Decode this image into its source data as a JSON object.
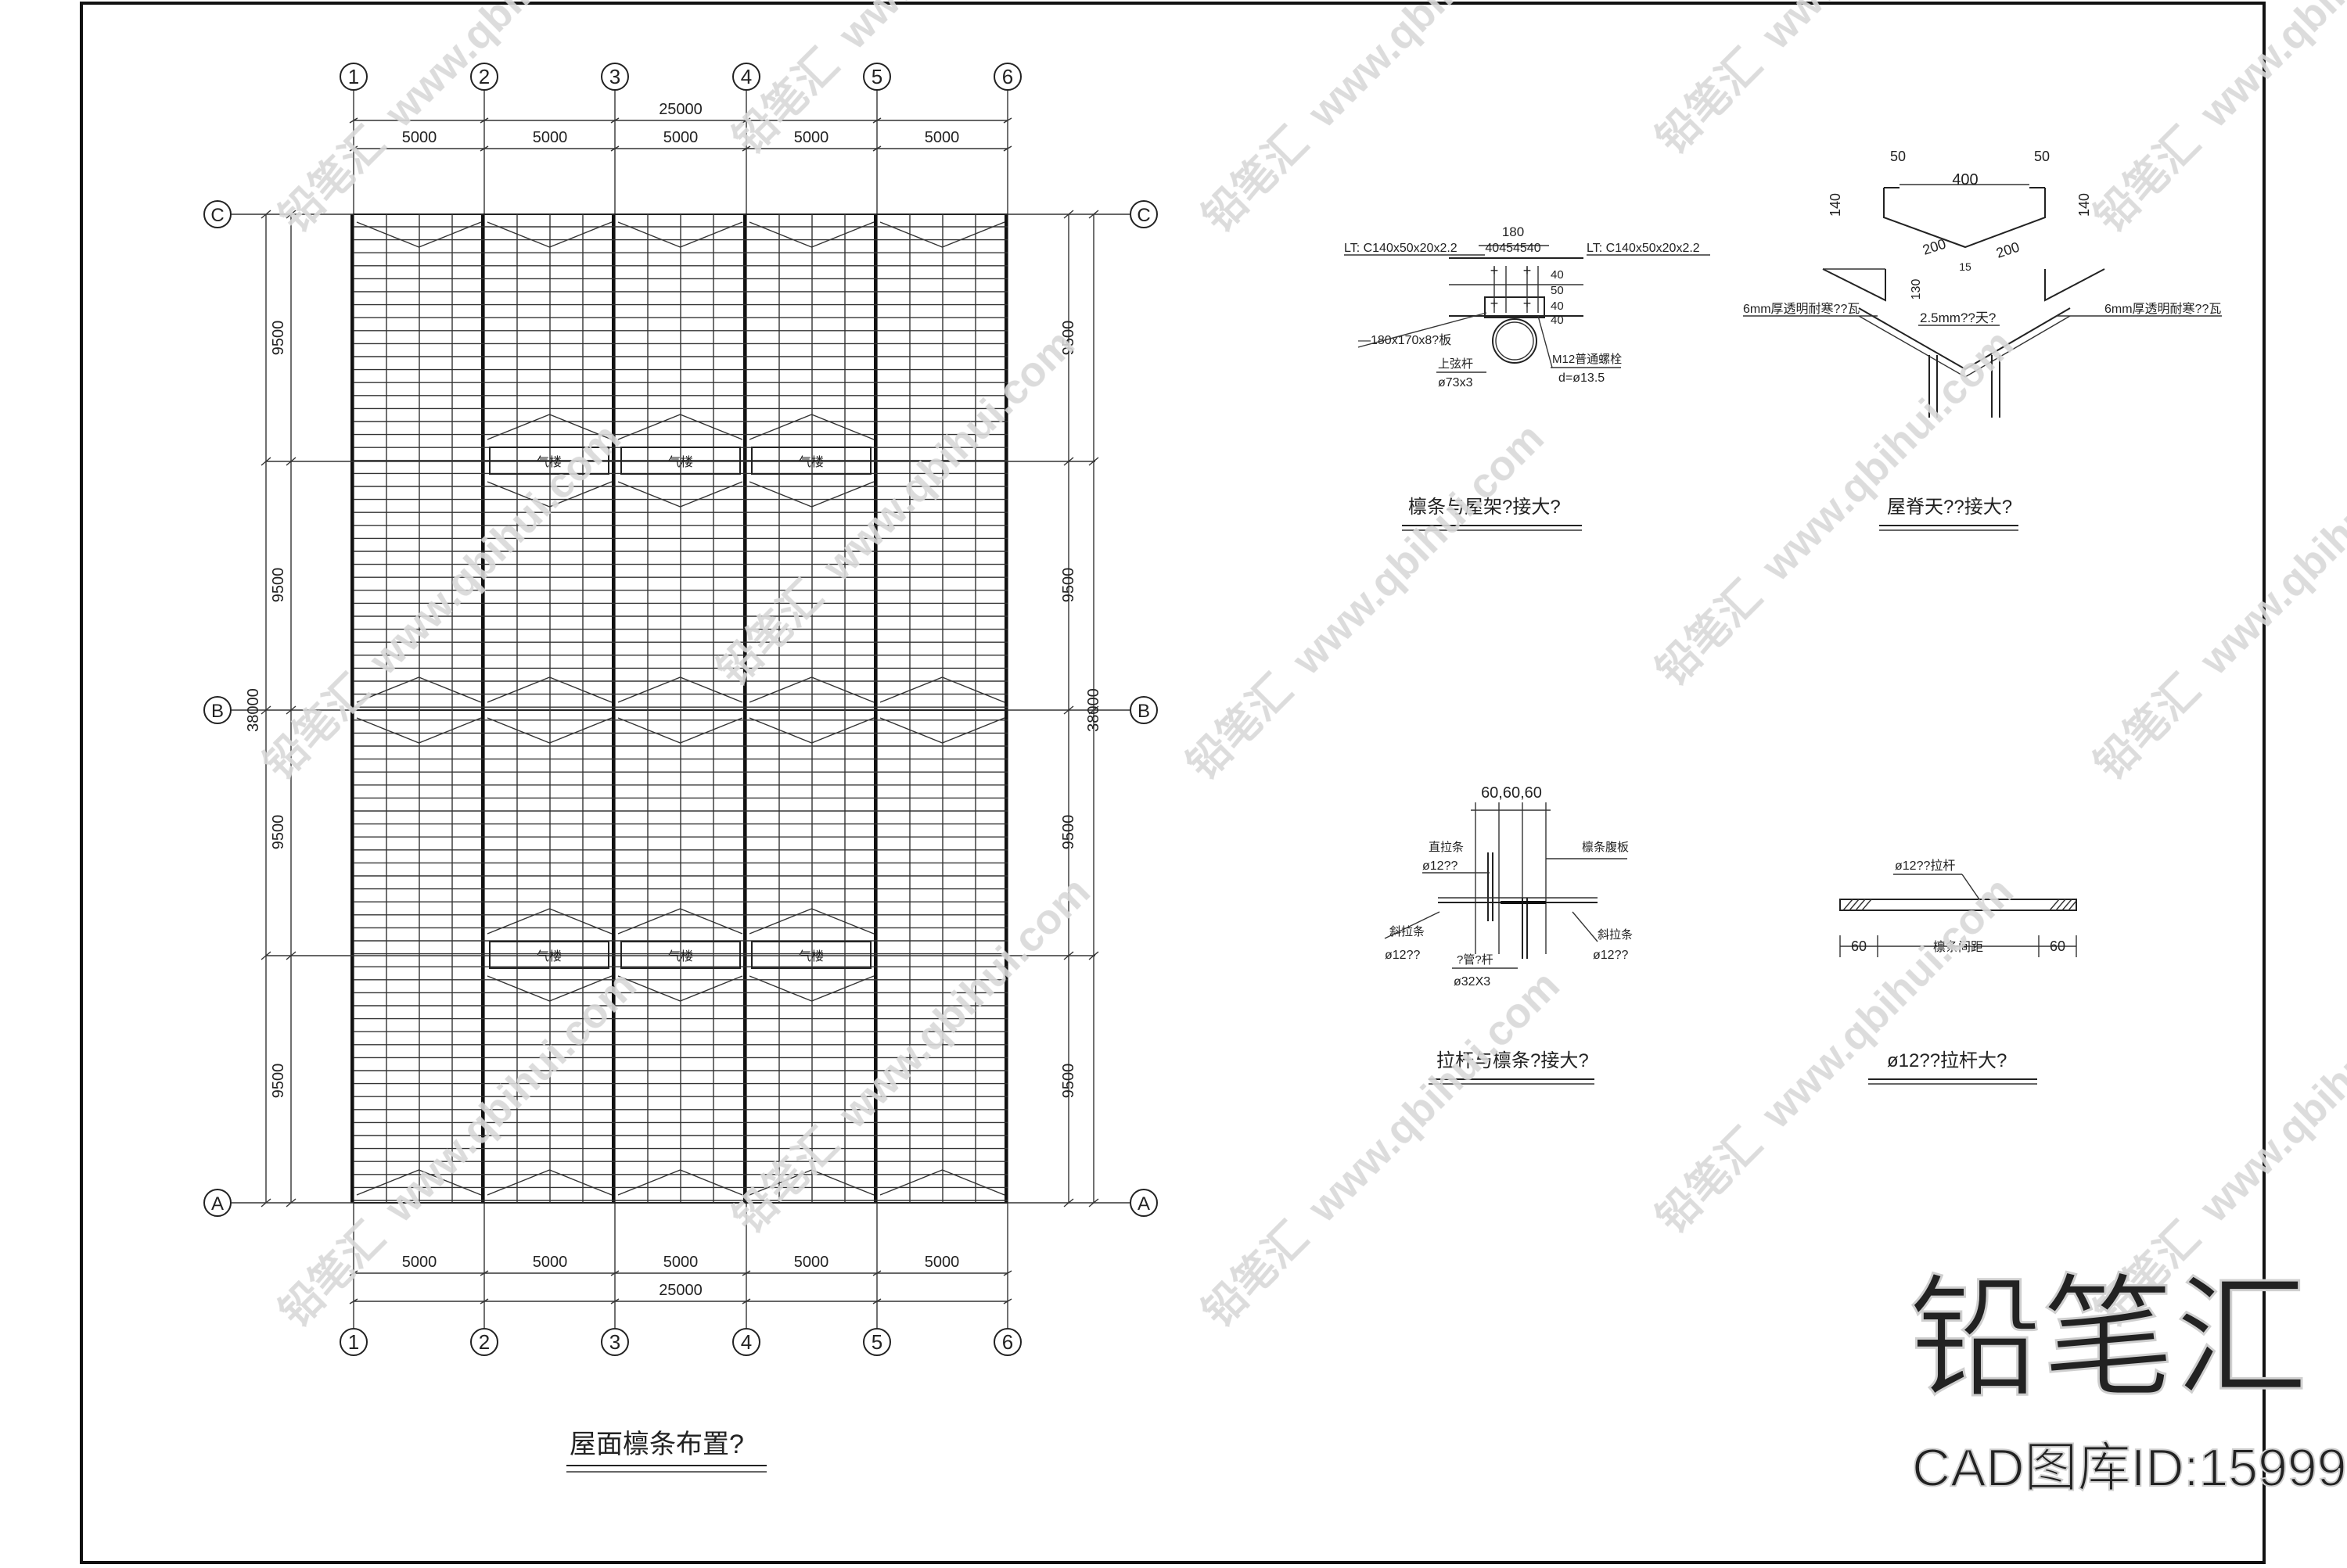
{
  "plan": {
    "title": "屋面檩条布置?",
    "axis_numbers": [
      "1",
      "2",
      "3",
      "4",
      "5",
      "6"
    ],
    "axis_letters": [
      "C",
      "B",
      "A"
    ],
    "bay_dims": [
      "5000",
      "5000",
      "5000",
      "5000",
      "5000"
    ],
    "total_width": "25000",
    "span_dims": [
      "9500",
      "9500",
      "9500",
      "9500"
    ],
    "total_depth": "38000",
    "skylight_label": "气楼"
  },
  "details": {
    "d1": {
      "title": "檩条与屋架?接大?",
      "purlin_left": "LT: C140x50x20x2.2",
      "purlin_right": "LT: C140x50x20x2.2",
      "width_dim": "180",
      "spacing_dims": "40454540",
      "plate": "—180x170x8?板",
      "chord_label": "上弦杆",
      "chord_size": "ø73x3",
      "bolt": "M12普通螺栓",
      "bolt_hole": "d=ø13.5",
      "v_dims": [
        "40",
        "50",
        "40",
        "40"
      ]
    },
    "d2": {
      "title": "屋脊天??接大?",
      "top_width": "400",
      "offset_left": "50",
      "offset_right": "50",
      "height_left": "140",
      "height_right": "140",
      "slope_left": "200",
      "slope_right": "200",
      "drop": "130",
      "slope_mark": "15",
      "sheet_left": "6mm厚透明耐寒??瓦",
      "sheet_right": "6mm厚透明耐寒??瓦",
      "gutter": "2.5mm??天?"
    },
    "d3": {
      "title": "拉杆与檩条?接大?",
      "dims": "60,60,60",
      "straight_tie": "直拉条",
      "straight_size": "ø12??",
      "purlin_web": "檩条腹板",
      "diag_left": "斜拉条",
      "diag_left_size": "ø12??",
      "diag_right": "斜拉条",
      "diag_right_size": "ø12??",
      "tube_label": "?管?杆",
      "tube_size": "ø32X3"
    },
    "d4": {
      "title": "ø12??拉杆大?",
      "rod_label": "ø12??拉杆",
      "end_left": "60",
      "middle": "檩条间距",
      "end_right": "60"
    }
  },
  "watermark": {
    "url": "www.qbihui.com",
    "brand": "铅笔汇",
    "logo": "铅笔汇",
    "cad_id": "CAD图库ID:15999"
  }
}
